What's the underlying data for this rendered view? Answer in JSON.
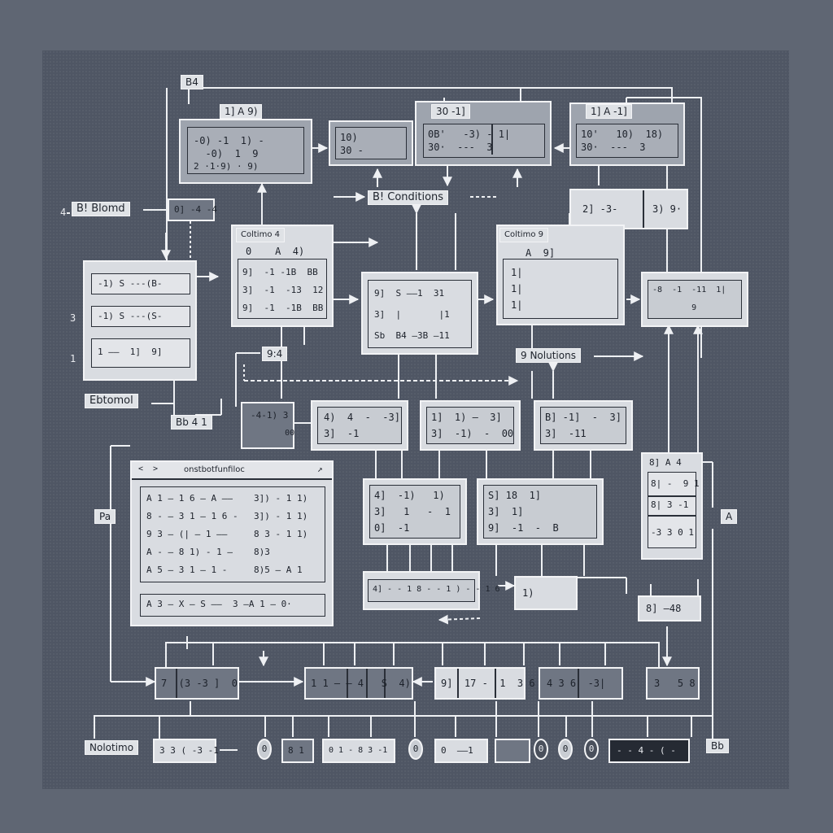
{
  "labels": {
    "top_left_tag": "B4",
    "side_tag_4": "4",
    "block_input": "B! Blomd",
    "side_tag_3": "3",
    "side_tag_1": "1",
    "block_external": "Ebtomol",
    "conditions": "B! Conditions",
    "solutions": "9 Nolutions",
    "mid_tag": "9:4",
    "left_small": "Bb 4 1",
    "bottom_label": "Nolotimo",
    "bottom_right_tag": "Bb",
    "left_side_small": "Pa",
    "right_side_small": "A"
  },
  "boxes": {
    "top_left": {
      "tag": "1] A   9)",
      "lines": [
        "-0) -1  1) -",
        "  -0)  1  9",
        "2 ·1·9) · 9)"
      ]
    },
    "top_mid1": {
      "lines": [
        "10)",
        "30 -"
      ]
    },
    "top_mid2": {
      "tag": "30   -1]",
      "lines": [
        "0B'   -3) - 1|",
        "30·  ---  3"
      ]
    },
    "top_right": {
      "tag": "1] A  -1]",
      "lines": [
        "10'   10)  18)",
        "30·  ---  3"
      ]
    },
    "input_stub": {
      "text": "0] -4 -4"
    },
    "right_pair": {
      "left": "2] -3-",
      "right": "3) 9·"
    },
    "col_a": {
      "tag": "Coltimo  4",
      "sub": "0    A  4)",
      "lines": [
        "9]  -1 -1B  BB",
        "3]  -1  -13  12",
        "9]  -1  -1B  BB"
      ]
    },
    "col_b": {
      "tag": "Coltimo  9",
      "sub": "A  9]",
      "lines": [
        "1|",
        "1|",
        "1|"
      ]
    },
    "left_stack": {
      "rows": [
        "-1) S ---(B-",
        "-1) S ---(S-",
        "1 ——  1]  9]"
      ]
    },
    "center": {
      "lines": [
        "9]  S ——1  31",
        "3]  |       |1",
        "Sb  B4 —3B —11"
      ]
    },
    "right_curve": {
      "lines": [
        "-8  -1  -11  1|",
        "        9"
      ]
    },
    "row3": [
      {
        "lines": [
          "4)  4  -  -3]",
          "3]  -1"
        ]
      },
      {
        "lines": [
          "1]  1) —  3]",
          "3]  -1)  -  00"
        ]
      },
      {
        "lines": [
          "B] -1]  -  3]",
          "3]  -11"
        ]
      }
    ],
    "small_curve": {
      "lines": [
        "-4-1) 3",
        "       00"
      ]
    },
    "terminal": {
      "title": "onstbotfunfiloc",
      "lines": [
        [
          "A 1 — 1 6 — A ——",
          "3]) - 1 1)"
        ],
        [
          "8 - — 3 1 — 1 6 -",
          "3]) - 1 1)"
        ],
        [
          "9 3 — (| — 1 ——",
          "8 3 - 1 1)"
        ],
        [
          "A - — 8 1) - 1 —",
          "8)3"
        ],
        [
          "A 5 — 3 1 — 1 -",
          "8)5 — A 1"
        ]
      ],
      "footer": "A 3 — X — S ——  3 —A 1 — 0·"
    },
    "mid_lower_a": {
      "lines": [
        "4]  -1)   1)",
        "3]   1   -  1",
        "0]  -1"
      ]
    },
    "mid_lower_b": {
      "lines": [
        "S] 18  1]",
        "3]  1]",
        "9]  -1  -  B"
      ]
    },
    "right_column": {
      "tag": "8] A 4",
      "rows": [
        "8| -  9 1",
        "8| 3 -1",
        "-3 3 0 1"
      ]
    },
    "bar_mid": {
      "text": "4] - - 1 8 - - 1 ) - - 1 6"
    },
    "bar_wave": {
      "text": "1)"
    },
    "bar_right": {
      "text": "8] —48"
    },
    "bus": [
      {
        "text": "7  (3 -3 ]  0"
      },
      {
        "text": "1 1 — — 4   S  4)"
      },
      {
        "text": "9]  17 -  1  3 6"
      },
      {
        "text": "4 3 6  -3|"
      },
      {
        "text": "3   5 8"
      }
    ],
    "bottom_row": {
      "a": "3 3 ( -3 -1",
      "b": "8 1",
      "c": "0 1 - 8 3 -1",
      "d": "0  ——1",
      "e": "- - 4 - ( -"
    },
    "circles": [
      "0",
      "0",
      "0",
      "0",
      "0"
    ]
  }
}
